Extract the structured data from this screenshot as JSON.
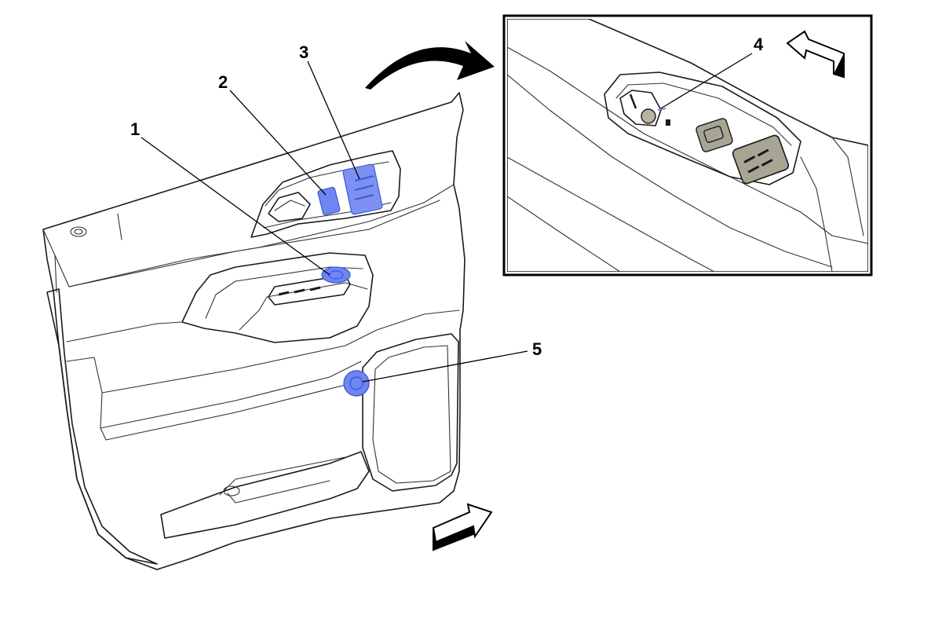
{
  "colors": {
    "panel_fill": "#cdc9b9",
    "panel_shade": "#bfbaa8",
    "line": "#1a1a1a",
    "highlight": "#6f86f2",
    "highlight_dark": "#3d58d8",
    "arrow_fill": "#ffffff"
  },
  "callouts": [
    {
      "id": "callout-1",
      "label": "1"
    },
    {
      "id": "callout-2",
      "label": "2"
    },
    {
      "id": "callout-3",
      "label": "3"
    },
    {
      "id": "callout-4",
      "label": "4"
    },
    {
      "id": "callout-5",
      "label": "5"
    }
  ],
  "icons": {
    "view_arrow_top": "curved-arrow-icon",
    "direction_arrow_inset": "direction-arrow-icon",
    "direction_arrow_main": "direction-arrow-icon"
  }
}
